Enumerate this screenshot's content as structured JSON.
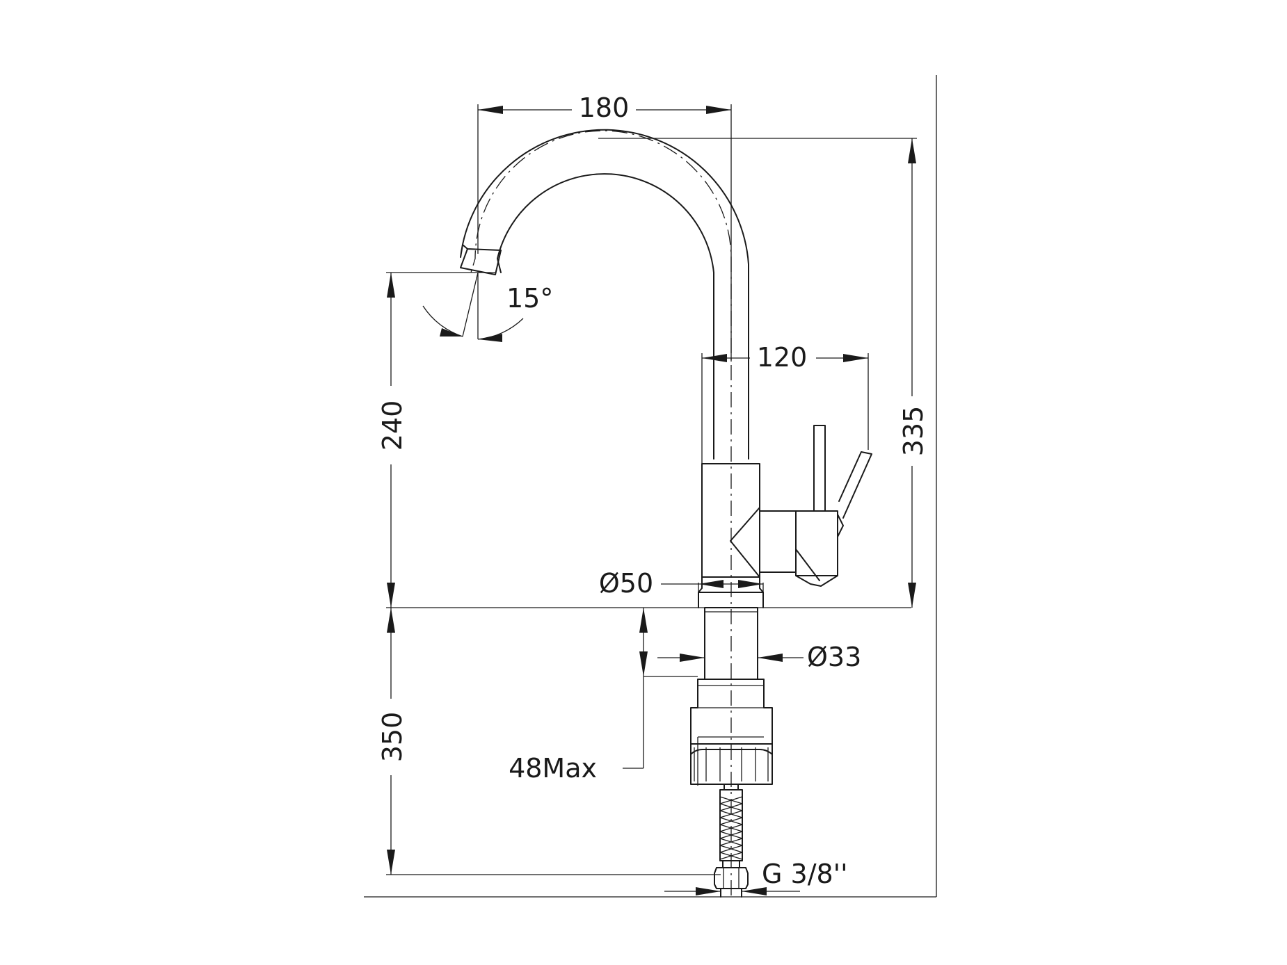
{
  "drawing": {
    "stroke_color": "#1a1a1a",
    "background": "#ffffff",
    "dimensions": {
      "spout_reach": "180",
      "lever_reach": "120",
      "total_height": "335",
      "spout_height": "240",
      "below_counter": "350",
      "spout_angle": "15°",
      "body_diameter": "Ø50",
      "shank_diameter": "Ø33",
      "counter_thickness": "48Max",
      "thread": "G 3/8''"
    }
  }
}
